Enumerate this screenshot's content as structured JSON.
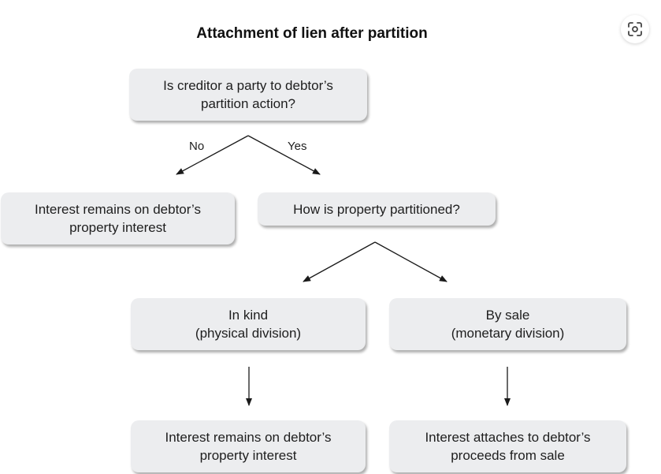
{
  "title": "Attachment of lien after partition",
  "question1": {
    "line1": "Is creditor a party to debtor’s",
    "line2": "partition action?"
  },
  "branch_labels": {
    "no": "No",
    "yes": "Yes"
  },
  "no_result": {
    "line1": "Interest remains on debtor’s",
    "line2": "property interest"
  },
  "question2": {
    "line1": "How is property partitioned?"
  },
  "in_kind": {
    "line1": "In kind",
    "line2": "(physical division)"
  },
  "by_sale": {
    "line1": "By sale",
    "line2": "(monetary division)"
  },
  "in_kind_result": {
    "line1": "Interest remains on debtor’s",
    "line2": "property interest"
  },
  "by_sale_result": {
    "line1": "Interest attaches to debtor’s",
    "line2": "proceeds from sale"
  },
  "lens_button": {
    "icon": "lens-scan-icon"
  }
}
